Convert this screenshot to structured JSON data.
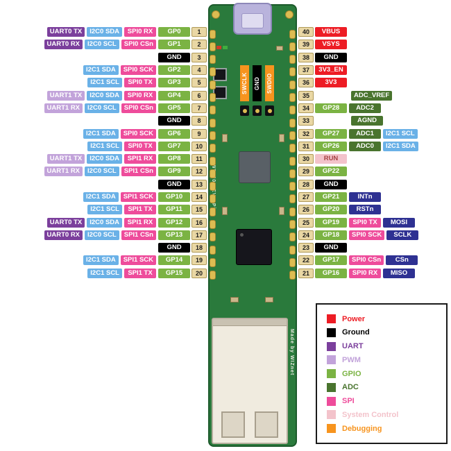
{
  "colors": {
    "power": "#ed1c24",
    "ground": "#000000",
    "uart": "#7b3f9c",
    "uart1": "#c2a3da",
    "pwm": "#c2a3da",
    "gpio": "#7bb343",
    "adc": "#49742e",
    "spi": "#ee4c9b",
    "system": "#f3c3cb",
    "debug": "#f7941e",
    "i2c": "#6ab1e7",
    "eth": "#2e3192",
    "pin_number": "#e9d7a4"
  },
  "text_colors": {
    "system": "#a64141",
    "default": "#ffffff"
  },
  "left_pins": [
    {
      "num": "1",
      "labels": [
        {
          "text": "UART0 TX",
          "type": "uart"
        },
        {
          "text": "I2C0 SDA",
          "type": "i2c"
        },
        {
          "text": "SPI0 RX",
          "type": "spi"
        },
        {
          "text": "GP0",
          "type": "gpio"
        }
      ]
    },
    {
      "num": "2",
      "labels": [
        {
          "text": "UART0 RX",
          "type": "uart"
        },
        {
          "text": "I2C0 SCL",
          "type": "i2c"
        },
        {
          "text": "SPI0 CSn",
          "type": "spi"
        },
        {
          "text": "GP1",
          "type": "gpio"
        }
      ]
    },
    {
      "num": "3",
      "labels": [
        {
          "text": "GND",
          "type": "ground"
        }
      ]
    },
    {
      "num": "4",
      "labels": [
        {
          "text": "I2C1 SDA",
          "type": "i2c"
        },
        {
          "text": "SPI0 SCK",
          "type": "spi"
        },
        {
          "text": "GP2",
          "type": "gpio"
        }
      ]
    },
    {
      "num": "5",
      "labels": [
        {
          "text": "I2C1 SCL",
          "type": "i2c"
        },
        {
          "text": "SPI0 TX",
          "type": "spi"
        },
        {
          "text": "GP3",
          "type": "gpio"
        }
      ]
    },
    {
      "num": "6",
      "labels": [
        {
          "text": "UART1 TX",
          "type": "uart1"
        },
        {
          "text": "I2C0 SDA",
          "type": "i2c"
        },
        {
          "text": "SPI0 RX",
          "type": "spi"
        },
        {
          "text": "GP4",
          "type": "gpio"
        }
      ]
    },
    {
      "num": "7",
      "labels": [
        {
          "text": "UART1 RX",
          "type": "uart1"
        },
        {
          "text": "I2C0 SCL",
          "type": "i2c"
        },
        {
          "text": "SPI0 CSn",
          "type": "spi"
        },
        {
          "text": "GP5",
          "type": "gpio"
        }
      ]
    },
    {
      "num": "8",
      "labels": [
        {
          "text": "GND",
          "type": "ground"
        }
      ]
    },
    {
      "num": "9",
      "labels": [
        {
          "text": "I2C1 SDA",
          "type": "i2c"
        },
        {
          "text": "SPI0 SCK",
          "type": "spi"
        },
        {
          "text": "GP6",
          "type": "gpio"
        }
      ]
    },
    {
      "num": "10",
      "labels": [
        {
          "text": "I2C1 SCL",
          "type": "i2c"
        },
        {
          "text": "SPI0 TX",
          "type": "spi"
        },
        {
          "text": "GP7",
          "type": "gpio"
        }
      ]
    },
    {
      "num": "11",
      "labels": [
        {
          "text": "UART1 TX",
          "type": "uart1"
        },
        {
          "text": "I2C0 SDA",
          "type": "i2c"
        },
        {
          "text": "SPI1 RX",
          "type": "spi"
        },
        {
          "text": "GP8",
          "type": "gpio"
        }
      ]
    },
    {
      "num": "12",
      "labels": [
        {
          "text": "UART1 RX",
          "type": "uart1"
        },
        {
          "text": "I2C0 SCL",
          "type": "i2c"
        },
        {
          "text": "SPI1 CSn",
          "type": "spi"
        },
        {
          "text": "GP9",
          "type": "gpio"
        }
      ]
    },
    {
      "num": "13",
      "labels": [
        {
          "text": "GND",
          "type": "ground"
        }
      ]
    },
    {
      "num": "14",
      "labels": [
        {
          "text": "I2C1 SDA",
          "type": "i2c"
        },
        {
          "text": "SPI1 SCK",
          "type": "spi"
        },
        {
          "text": "GP10",
          "type": "gpio"
        }
      ]
    },
    {
      "num": "15",
      "labels": [
        {
          "text": "I2C1 SCL",
          "type": "i2c"
        },
        {
          "text": "SPI1 TX",
          "type": "spi"
        },
        {
          "text": "GP11",
          "type": "gpio"
        }
      ]
    },
    {
      "num": "16",
      "labels": [
        {
          "text": "UART0 TX",
          "type": "uart"
        },
        {
          "text": "I2C0 SDA",
          "type": "i2c"
        },
        {
          "text": "SPI1 RX",
          "type": "spi"
        },
        {
          "text": "GP12",
          "type": "gpio"
        }
      ]
    },
    {
      "num": "17",
      "labels": [
        {
          "text": "UART0 RX",
          "type": "uart"
        },
        {
          "text": "I2C0 SCL",
          "type": "i2c"
        },
        {
          "text": "SPI1 CSn",
          "type": "spi"
        },
        {
          "text": "GP13",
          "type": "gpio"
        }
      ]
    },
    {
      "num": "18",
      "labels": [
        {
          "text": "GND",
          "type": "ground"
        }
      ]
    },
    {
      "num": "19",
      "labels": [
        {
          "text": "I2C1 SDA",
          "type": "i2c"
        },
        {
          "text": "SPI1 SCK",
          "type": "spi"
        },
        {
          "text": "GP14",
          "type": "gpio"
        }
      ]
    },
    {
      "num": "20",
      "labels": [
        {
          "text": "I2C1 SCL",
          "type": "i2c"
        },
        {
          "text": "SPI1 TX",
          "type": "spi"
        },
        {
          "text": "GP15",
          "type": "gpio"
        }
      ]
    }
  ],
  "right_pins": [
    {
      "num": "40",
      "labels": [
        {
          "text": "VBUS",
          "type": "power"
        }
      ]
    },
    {
      "num": "39",
      "labels": [
        {
          "text": "VSYS",
          "type": "power"
        }
      ]
    },
    {
      "num": "38",
      "labels": [
        {
          "text": "GND",
          "type": "ground"
        }
      ]
    },
    {
      "num": "37",
      "labels": [
        {
          "text": "3V3_EN",
          "type": "power"
        }
      ]
    },
    {
      "num": "36",
      "labels": [
        {
          "text": "3V3",
          "type": "power"
        }
      ]
    },
    {
      "num": "35",
      "indent": 1,
      "labels": [
        {
          "text": "ADC_VREF",
          "type": "adc"
        }
      ]
    },
    {
      "num": "34",
      "labels": [
        {
          "text": "GP28",
          "type": "gpio"
        },
        {
          "text": "ADC2",
          "type": "adc"
        }
      ]
    },
    {
      "num": "33",
      "indent": 1,
      "labels": [
        {
          "text": "AGND",
          "type": "adc"
        }
      ]
    },
    {
      "num": "32",
      "labels": [
        {
          "text": "GP27",
          "type": "gpio"
        },
        {
          "text": "ADC1",
          "type": "adc"
        },
        {
          "text": "I2C1 SCL",
          "type": "i2c"
        }
      ]
    },
    {
      "num": "31",
      "labels": [
        {
          "text": "GP26",
          "type": "gpio"
        },
        {
          "text": "ADC0",
          "type": "adc"
        },
        {
          "text": "I2C1 SDA",
          "type": "i2c"
        }
      ]
    },
    {
      "num": "30",
      "labels": [
        {
          "text": "RUN",
          "type": "system"
        }
      ]
    },
    {
      "num": "29",
      "labels": [
        {
          "text": "GP22",
          "type": "gpio"
        }
      ]
    },
    {
      "num": "28",
      "labels": [
        {
          "text": "GND",
          "type": "ground"
        }
      ]
    },
    {
      "num": "27",
      "labels": [
        {
          "text": "GP21",
          "type": "gpio"
        },
        {
          "text": "INTn",
          "type": "eth"
        }
      ]
    },
    {
      "num": "26",
      "labels": [
        {
          "text": "GP20",
          "type": "gpio"
        },
        {
          "text": "RSTn",
          "type": "eth"
        }
      ]
    },
    {
      "num": "25",
      "labels": [
        {
          "text": "GP19",
          "type": "gpio"
        },
        {
          "text": "SPI0 TX",
          "type": "spi"
        },
        {
          "text": "MOSI",
          "type": "eth"
        }
      ]
    },
    {
      "num": "24",
      "labels": [
        {
          "text": "GP18",
          "type": "gpio"
        },
        {
          "text": "SPI0 SCK",
          "type": "spi"
        },
        {
          "text": "SCLK",
          "type": "eth"
        }
      ]
    },
    {
      "num": "23",
      "labels": [
        {
          "text": "GND",
          "type": "ground"
        }
      ]
    },
    {
      "num": "22",
      "labels": [
        {
          "text": "GP17",
          "type": "gpio"
        },
        {
          "text": "SPI0 CSn",
          "type": "spi"
        },
        {
          "text": "CSn",
          "type": "eth"
        }
      ]
    },
    {
      "num": "21",
      "labels": [
        {
          "text": "GP16",
          "type": "gpio"
        },
        {
          "text": "SPI0 RX",
          "type": "spi"
        },
        {
          "text": "MISO",
          "type": "eth"
        }
      ]
    }
  ],
  "board": {
    "swd_labels": [
      {
        "text": "SWCLK",
        "type": "debug"
      },
      {
        "text": "GND",
        "type": "ground"
      },
      {
        "text": "SWDIO",
        "type": "debug"
      }
    ],
    "name": "W5100S-EVB-Pico",
    "made_by": "Made by WIZnet"
  },
  "legend": {
    "items": [
      {
        "label": "Power",
        "type": "power"
      },
      {
        "label": "Ground",
        "type": "ground"
      },
      {
        "label": "UART",
        "type": "uart"
      },
      {
        "label": "PWM",
        "type": "pwm"
      },
      {
        "label": "GPIO",
        "type": "gpio"
      },
      {
        "label": "ADC",
        "type": "adc"
      },
      {
        "label": "SPI",
        "type": "spi"
      },
      {
        "label": "System Control",
        "type": "system"
      },
      {
        "label": "Debugging",
        "type": "debug"
      }
    ]
  }
}
